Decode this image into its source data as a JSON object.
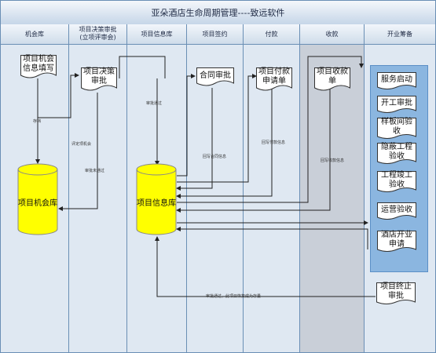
{
  "title": "亚朵酒店生命周期管理----致远软件",
  "lanes": [
    "机会库",
    "项目决策审批\n(立项评审会)",
    "项目信息库",
    "项目签约",
    "付款",
    "收款",
    "开业筹备"
  ],
  "nodes": {
    "opp_info": "项目机会\n信息填写",
    "decision": "项目决策\n审批",
    "contract": "合同审批",
    "payment": "项目付款\n申请单",
    "receipt": "项目收款\n单",
    "opp_db": "项目机会库",
    "info_db": "项目信息库",
    "prep_items": [
      "服务启动",
      "开工审批",
      "样板间验\n收",
      "隐蔽工程\n验收",
      "工程竣工\n验收",
      "运营验收",
      "酒店开业\n申请"
    ],
    "terminate": "项目终止\n审批"
  },
  "edge_labels": {
    "e1": "存档",
    "e2": "评定项机会",
    "e3": "审批未通过",
    "e4": "审批通过",
    "e5": "回写合同信息",
    "e6": "回写付款信息",
    "e7": "回写收款信息",
    "e8": "审批通过，此项目恢复成为存量"
  },
  "colors": {
    "frame": "#6a8fb5",
    "bg": "#dfe8f2",
    "doc_fill": "#ffffff",
    "db_fill": "#ffff00",
    "panel": "#8bb6e0",
    "shaded_lane": "#c9cfd8"
  }
}
